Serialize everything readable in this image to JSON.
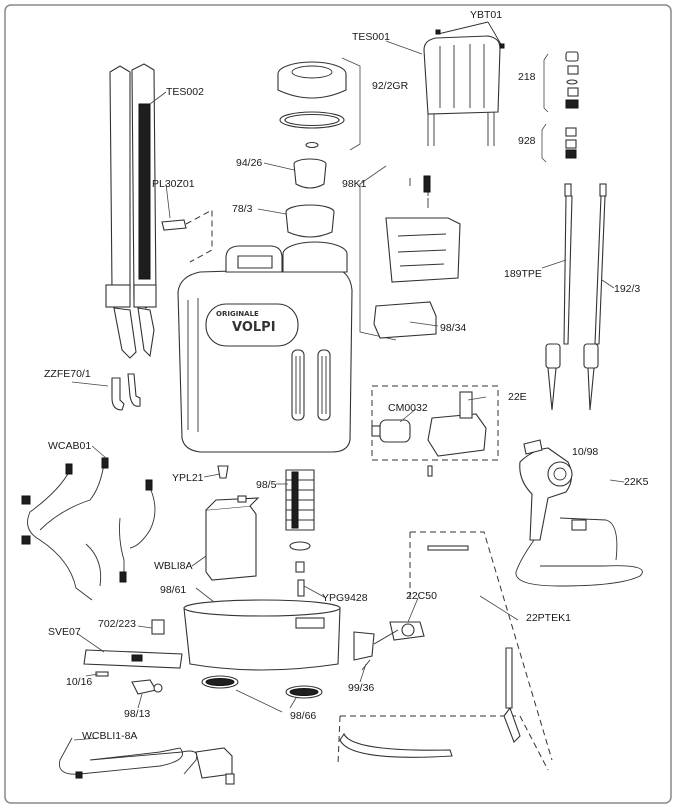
{
  "brand": {
    "line1": "ORIGINALE",
    "line2": "VOLPI"
  },
  "parts": {
    "ybt01": "YBT01",
    "tes001": "TES001",
    "tes002": "TES002",
    "gr92_2": "92/2GR",
    "p218": "218",
    "p928": "928",
    "p94_26": "94/26",
    "pl30z01": "PL30Z01",
    "k98_1": "98K1",
    "p78_3": "78/3",
    "tpe189": "189TPE",
    "p192_3": "192/3",
    "p98_34": "98/34",
    "zzfe70_1": "ZZFE70/1",
    "cm0032": "CM0032",
    "e22": "22E",
    "wcab01": "WCAB01",
    "p10_98": "10/98",
    "ypl21": "YPL21",
    "p98_5": "98/5",
    "k5_22": "22K5",
    "wbli8a": "WBLI8A",
    "p98_61": "98/61",
    "ypg9428": "YPG9428",
    "c50_22": "22C50",
    "p702_223": "702/223",
    "ptek1_22": "22PTEK1",
    "sve07": "SVE07",
    "p10_16": "10/16",
    "p99_36": "99/36",
    "p98_13": "98/13",
    "p98_66": "98/66",
    "wcbli1_8a": "WCBLI1-8A"
  }
}
